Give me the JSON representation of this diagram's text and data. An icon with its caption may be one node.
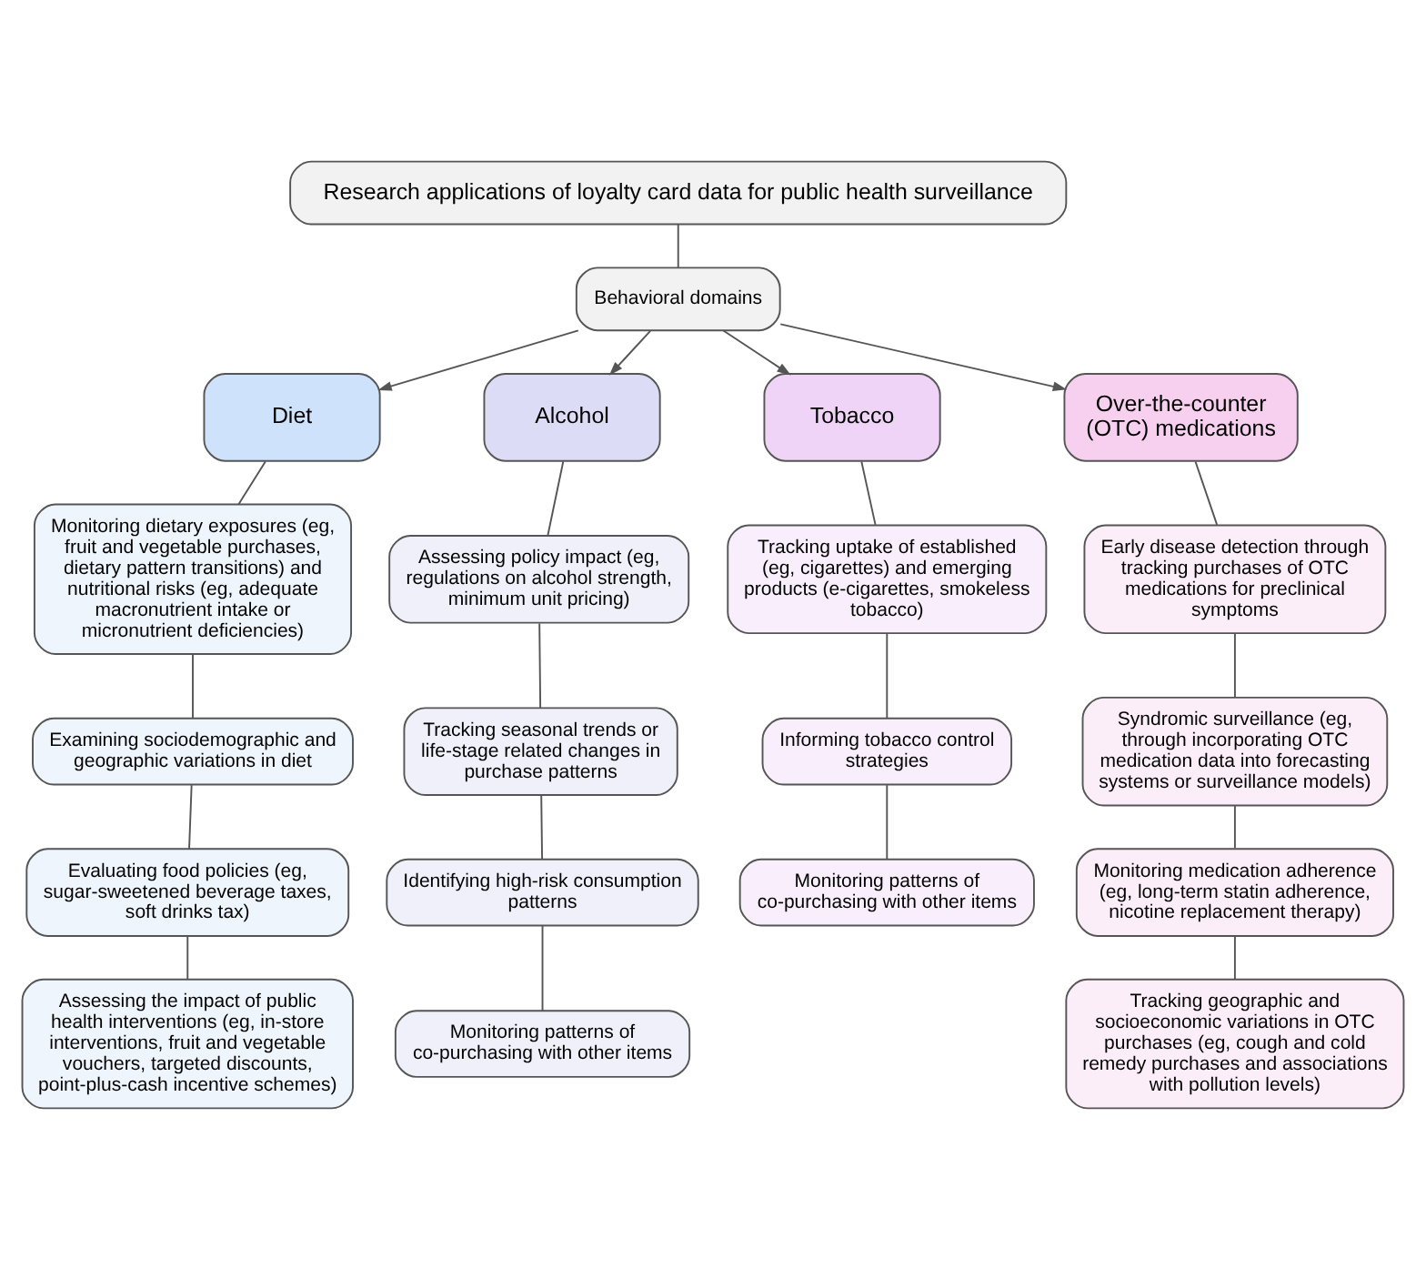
{
  "diagram": {
    "nodes": [
      {
        "text": [
          "Research applications of loyalty card data for public health surveillance"
        ]
      },
      {
        "text": [
          "Behavioral domains"
        ]
      },
      {
        "text": [
          "Diet"
        ]
      },
      {
        "text": [
          "Alcohol"
        ]
      },
      {
        "text": [
          "Tobacco"
        ]
      },
      {
        "text": [
          "Over-the-counter (OTC) medications"
        ]
      },
      {
        "text": [
          "Monitoring dietary exposures (eg, fruit and vegetable purchases, dietary pattern transitions) and nutritional risks (eg, adequate macronutrient intake or micronutrient deficiencies)"
        ]
      },
      {
        "text": [
          "Examining sociodemographic and geographic variations in diet"
        ]
      },
      {
        "text": [
          "Evaluating food policies (eg, sugar-sweetened beverage taxes, soft drinks tax)"
        ]
      },
      {
        "text": [
          "Assessing the impact of public health interventions (eg, in-store interventions, fruit and vegetable vouchers, targeted discounts, point-plus-cash incentive schemes)"
        ]
      },
      {
        "text": [
          "Assessing policy impact (eg, regulations on alcohol strength, minimum unit pricing)"
        ]
      },
      {
        "text": [
          "Tracking seasonal trends or life-stage related changes in purchase patterns"
        ]
      },
      {
        "text": [
          "Identifying high-risk consumption patterns"
        ]
      },
      {
        "text": [
          "Monitoring patterns of co-purchasing with other items"
        ]
      },
      {
        "text": [
          "Tracking uptake of established (eg, cigarettes) and emerging products (e-cigarettes, smokeless tobacco)"
        ]
      },
      {
        "text": [
          "Informing tobacco control strategies"
        ]
      },
      {
        "text": [
          "Monitoring patterns of co-purchasing with other items"
        ]
      },
      {
        "text": [
          "Early disease detection through tracking purchases of OTC medications for preclinical symptoms"
        ]
      },
      {
        "text": [
          "Syndromic surveillance (eg, through incorporating OTC medication data into forecasting systems or surveillance models)"
        ]
      },
      {
        "text": [
          "Monitoring medication adherence (eg, long-term statin adherence, nicotine replacement therapy)"
        ]
      },
      {
        "text": [
          "Tracking geographic and socioeconomic variations in OTC purchases (eg, cough and cold remedy purchases and associations with pollution levels)"
        ]
      }
    ],
    "edges": [
      {
        "from": 0,
        "to": 1,
        "arrow": "none"
      },
      {
        "from": 1,
        "to": 2,
        "arrow": "to"
      },
      {
        "from": 1,
        "to": 3,
        "arrow": "to"
      },
      {
        "from": 1,
        "to": 4,
        "arrow": "to"
      },
      {
        "from": 1,
        "to": 5,
        "arrow": "to"
      },
      {
        "from": 2,
        "to": 6,
        "arrow": "none"
      },
      {
        "from": 6,
        "to": 7,
        "arrow": "none"
      },
      {
        "from": 7,
        "to": 8,
        "arrow": "none"
      },
      {
        "from": 8,
        "to": 9,
        "arrow": "none"
      },
      {
        "from": 3,
        "to": 10,
        "arrow": "none"
      },
      {
        "from": 10,
        "to": 11,
        "arrow": "none"
      },
      {
        "from": 11,
        "to": 12,
        "arrow": "none"
      },
      {
        "from": 12,
        "to": 13,
        "arrow": "none"
      },
      {
        "from": 4,
        "to": 14,
        "arrow": "none"
      },
      {
        "from": 14,
        "to": 15,
        "arrow": "none"
      },
      {
        "from": 15,
        "to": 16,
        "arrow": "none"
      },
      {
        "from": 5,
        "to": 17,
        "arrow": "none"
      },
      {
        "from": 17,
        "to": 18,
        "arrow": "none"
      },
      {
        "from": 18,
        "to": 19,
        "arrow": "none"
      },
      {
        "from": 19,
        "to": 20,
        "arrow": "none"
      }
    ]
  }
}
